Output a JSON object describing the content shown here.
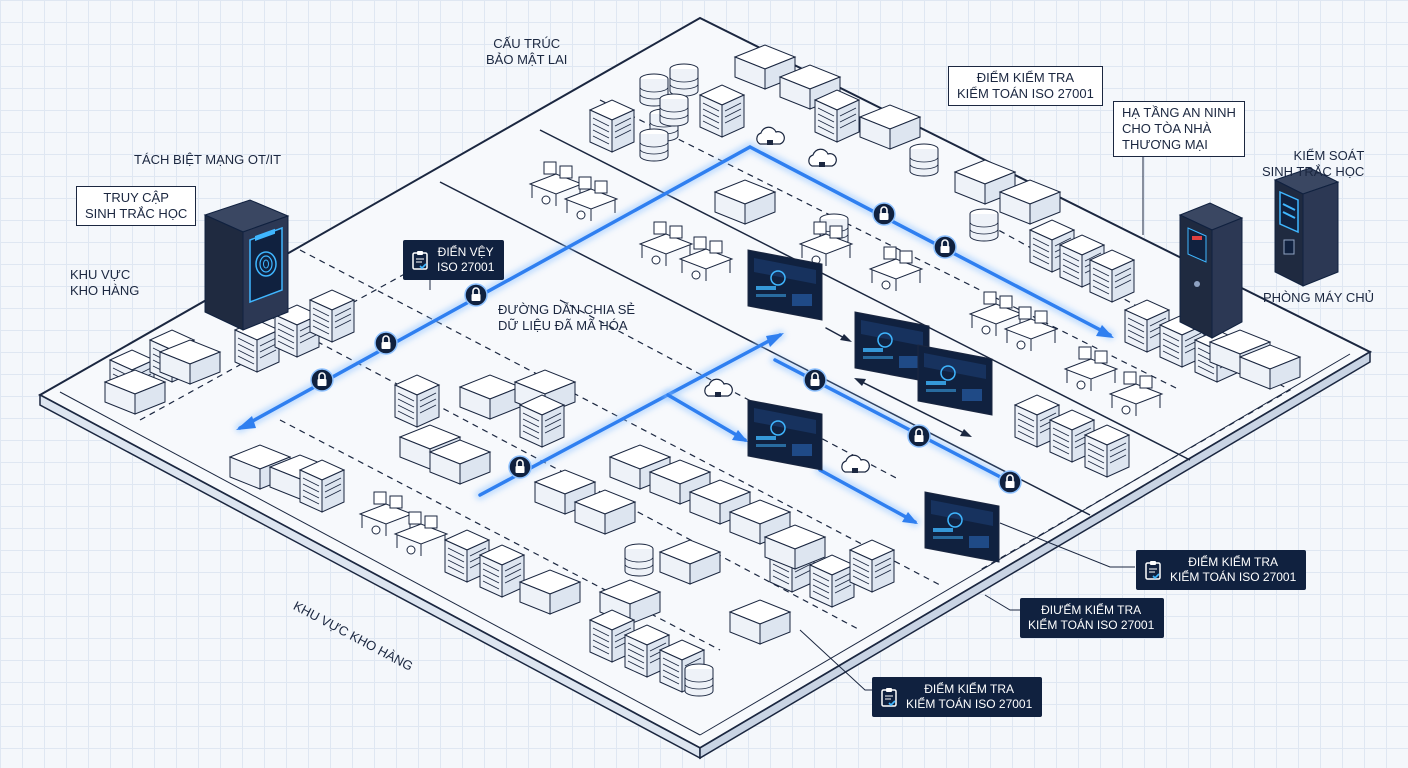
{
  "labels": {
    "lai_architecture": [
      "CẤU TRÚC",
      "BẢO MẬT LAI"
    ],
    "audit_top": [
      "ĐIỂM KIỂM TRA",
      "KIỂM TOÁN ISO 27001"
    ],
    "commercial_infra": [
      "HẠ TẦNG AN NINH",
      "CHO TÒA NHÀ",
      "THƯƠNG MẠI"
    ],
    "biometric_control": [
      "KIỂM SOÁT",
      "SINH TRẮC HỌC"
    ],
    "server_room": "PHÒNG MÁY CHỦ",
    "ot_it_separation": "TÁCH BIỆT MẠNG OT/IT",
    "biometric_access": [
      "TRUY CẬP",
      "SINH TRẮC HỌC"
    ],
    "warehouse_area_left": [
      "KHU VỰC",
      "KHO HÀNG"
    ],
    "warehouse_area_floor": "KHU VỰC KHO HÀNG",
    "encrypted_path": [
      "ĐƯỜNG DẪN CHIA SẺ",
      "DỮ LIỆU ĐÃ MÃ HÓA"
    ],
    "audit_dark_1": [
      "ĐIỂN VỆY",
      "ISO 27001"
    ],
    "audit_dark_2": [
      "ĐIỂM KIỂM TRA",
      "KIỂM TOÁN ISO 27001"
    ],
    "audit_dark_3": [
      "ĐIƯẾM KIỂM TRA",
      "KIỂM TOÁN ISO 27001"
    ],
    "audit_dark_4": [
      "ĐIỂM KIỂM TRA",
      "KIỂM TOÁN ISO 27001"
    ]
  },
  "icons": [
    "lock-icon",
    "cloud-icon",
    "clipboard-check-icon",
    "fingerprint-icon",
    "server-rack-icon",
    "database-icon",
    "workstation-icon"
  ],
  "colors": {
    "flow_blue": "#2f7ff0",
    "flow_glow": "#8fc2ff",
    "dark_navy": "#10213f",
    "outline": "#1b2740",
    "screen_cyan": "#3fb6ff"
  }
}
